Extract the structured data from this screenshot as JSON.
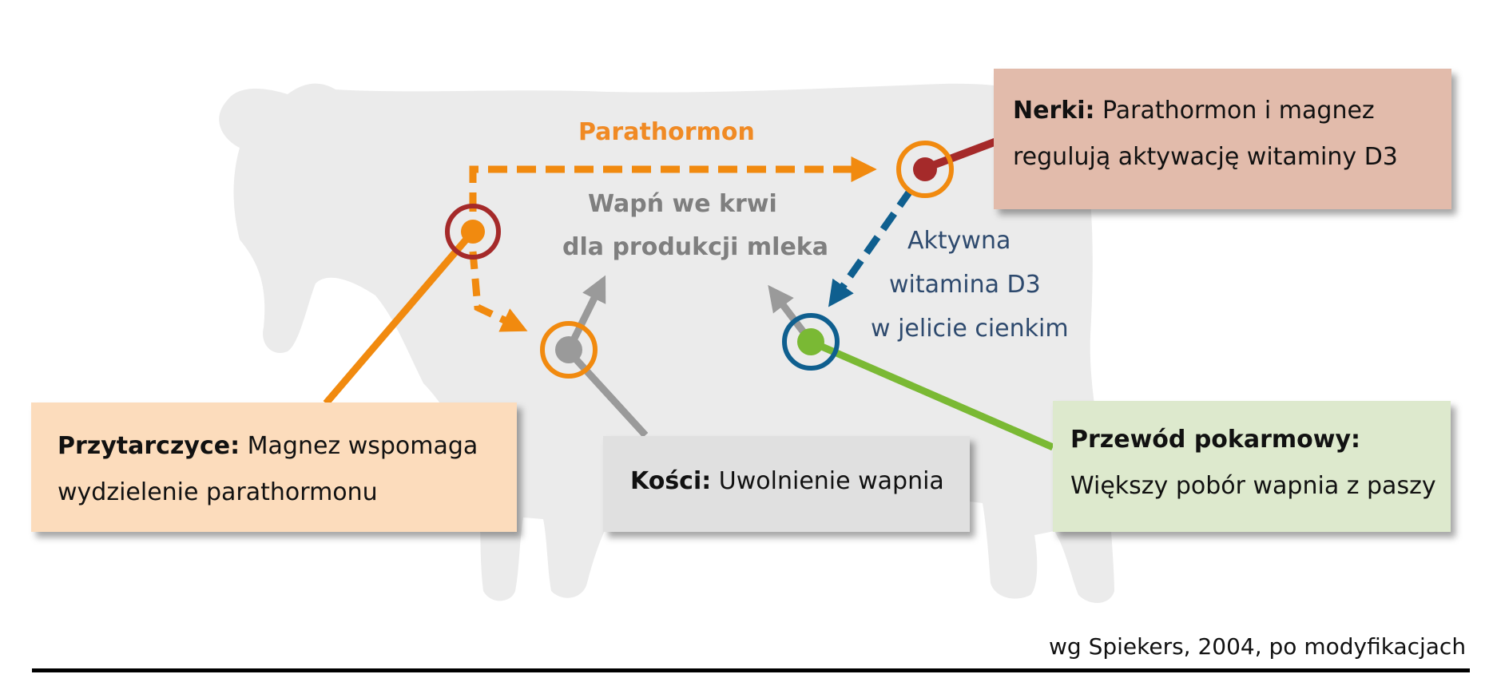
{
  "colors": {
    "cow": "#ebebeb",
    "orange": "#f18a0f",
    "orange_text": "#f08a24",
    "dark_red": "#a52a2a",
    "blue": "#0f5f8f",
    "blue_text": "#2e4a6e",
    "gray": "#9a9a9a",
    "gray_text": "#7f7f7f",
    "green": "#7ab934",
    "kidneys_bg": "#e2bbab",
    "parathyroid_bg": "#fcdcbc",
    "bones_bg": "#e0e0e0",
    "digestive_bg": "#dde9cd"
  },
  "labels": {
    "parathormon": "Parathormon",
    "blood_calcium_line1": "Wapń we krwi",
    "blood_calcium_line2": "dla produkcji mleka",
    "vitamin_d3_line1": "Aktywna",
    "vitamin_d3_line2": "witamina D3",
    "vitamin_d3_line3": "w jelicie cienkim"
  },
  "boxes": {
    "kidneys": {
      "title": "Nerki:",
      "text_line1": " Parathormon i magnez",
      "text_line2": "regulują aktywację witaminy D3"
    },
    "parathyroid": {
      "title": "Przytarczyce:",
      "text_line1": " Magnez wspomaga",
      "text_line2": "wydzielenie parathormonu"
    },
    "bones": {
      "title": "Kości:",
      "text_line1": " Uwolnienie wapnia"
    },
    "digestive": {
      "title": "Przewód pokarmowy:",
      "text_line2": "Większy pobór wapnia z paszy"
    }
  },
  "source": "wg Spiekers, 2004, po modyfikacjach"
}
